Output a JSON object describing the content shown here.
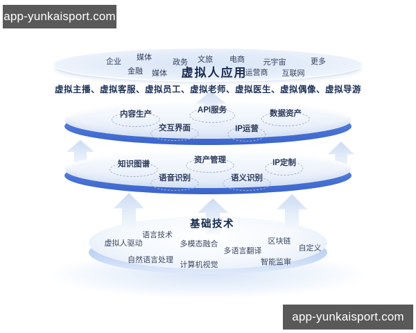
{
  "watermark": {
    "text": "app-yunkaisport.com"
  },
  "colors": {
    "rim_blue": "#4a74d6",
    "base_rim_blue": "#bcd1f4",
    "navy_text": "#18294e",
    "label_text": "#33415f",
    "watermark_bg": "#595959",
    "background": "#ffffff"
  },
  "applications": {
    "title": "虚拟人应用",
    "industries": [
      "企业",
      "媒体",
      "政务",
      "文旅",
      "电商",
      "元宇宙",
      "更多",
      "金融",
      "媒体",
      "运营商",
      "互联网"
    ],
    "roles": "虚拟主播、虚拟客服、虚拟员工、虚拟老师、虚拟医生、虚拟偶像、虚拟导游"
  },
  "platform_layer": {
    "items": [
      "内容生产",
      "API服务",
      "数据资产",
      "交互界面",
      "IP运营"
    ]
  },
  "capability_layer": {
    "items": [
      "知识图谱",
      "资产管理",
      "IP定制",
      "语音识别",
      "语义识别"
    ]
  },
  "foundation_layer": {
    "title": "基础技术",
    "items": [
      "虚拟人驱动",
      "语言技术",
      "多模态融合",
      "多语言翻译",
      "区块链",
      "自定义",
      "自然语言处理",
      "计算机视觉",
      "智能监审"
    ]
  }
}
